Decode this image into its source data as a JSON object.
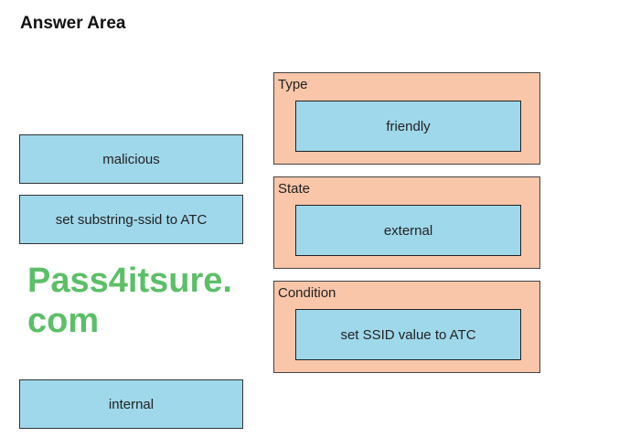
{
  "title": "Answer Area",
  "options": [
    "malicious",
    "set substring-ssid to ATC",
    "internal"
  ],
  "groups": [
    {
      "label": "Type",
      "value": "friendly"
    },
    {
      "label": "State",
      "value": "external"
    },
    {
      "label": "Condition",
      "value": "set SSID value to ATC"
    }
  ],
  "watermark": "Pass4itsure.com",
  "colors": {
    "slot": "#9fd8eb",
    "group": "#f9c6a9"
  }
}
